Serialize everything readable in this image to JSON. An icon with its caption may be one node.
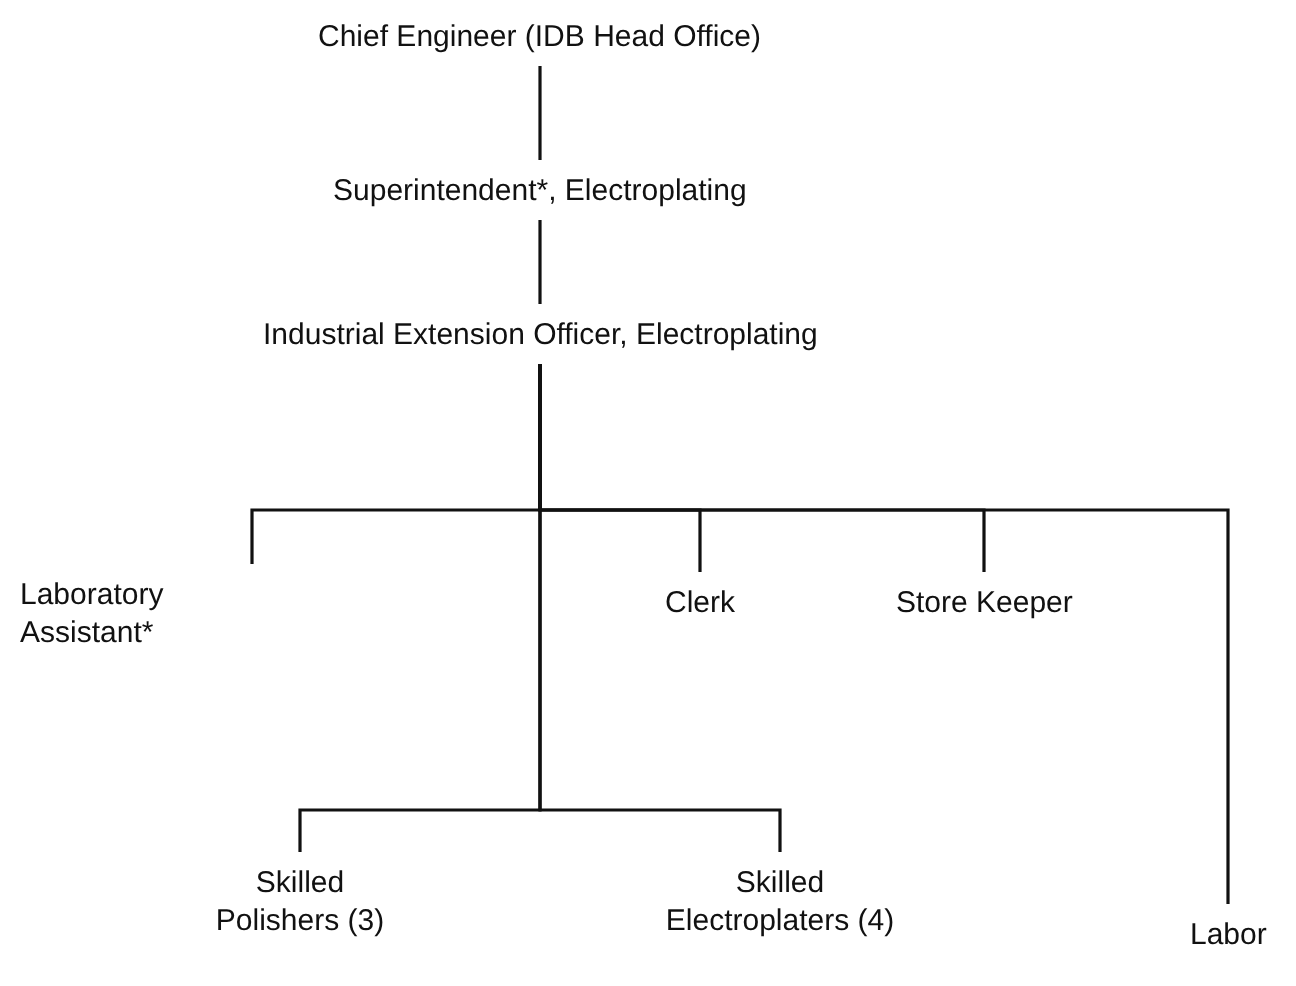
{
  "diagram": {
    "nodes": [
      {
        "text": [
          "Chief Engineer (IDB Head Office)"
        ]
      },
      {
        "text": [
          "Superintendent*, Electroplating"
        ]
      },
      {
        "text": [
          "Industrial Extension Officer, Electroplating"
        ]
      },
      {
        "text": [
          "Laboratory Assistant*"
        ]
      },
      {
        "text": [
          "Clerk"
        ]
      },
      {
        "text": [
          "Store Keeper"
        ]
      },
      {
        "text": [
          "Skilled Polishers (3)"
        ]
      },
      {
        "text": [
          "Skilled Electroplaters (4)"
        ]
      },
      {
        "text": [
          "Labor"
        ]
      }
    ],
    "edges": [
      {
        "from": 0,
        "to": 1,
        "arrow": "none"
      },
      {
        "from": 1,
        "to": 2,
        "arrow": "none"
      },
      {
        "from": 2,
        "to": 3,
        "arrow": "none"
      },
      {
        "from": 2,
        "to": 4,
        "arrow": "none"
      },
      {
        "from": 2,
        "to": 5,
        "arrow": "none"
      },
      {
        "from": 2,
        "to": 6,
        "arrow": "none"
      },
      {
        "from": 2,
        "to": 7,
        "arrow": "none"
      },
      {
        "from": 2,
        "to": 8,
        "arrow": "none"
      }
    ]
  }
}
